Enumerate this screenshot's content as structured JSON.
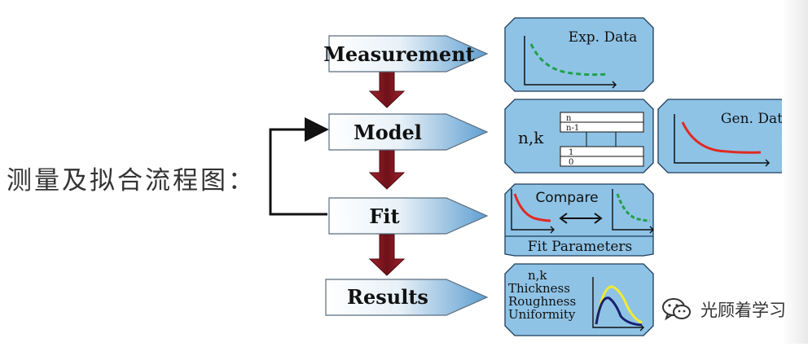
{
  "title": "测量及拟合流程图：",
  "steps": {
    "measurement": "Measurement",
    "model": "Model",
    "fit": "Fit",
    "results": "Results"
  },
  "panels": {
    "exp": {
      "label": "Exp. Data"
    },
    "model": {
      "nk_label": "n,k",
      "layer_top_1": "n",
      "layer_top_2": "n-1",
      "layer_bottom_1": "1",
      "layer_bottom_2": "0"
    },
    "gen": {
      "label": "Gen. Data"
    },
    "compare": {
      "label": "Compare",
      "footer": "Fit Parameters"
    },
    "results": {
      "lines": [
        "n,k",
        "Thickness",
        "Roughness",
        "Uniformity"
      ]
    }
  },
  "watermark": {
    "text": "光顾着学习",
    "icon": "wechat-icon"
  },
  "colors": {
    "panel_fill": "#8ec3e6",
    "panel_stroke": "#1e3c5a",
    "arrow_red": "#7d1820",
    "exp_curve": "#22a04a",
    "gen_curve": "#e02a22",
    "result_yellow": "#f2ea32",
    "result_navy": "#1a1f6e"
  }
}
